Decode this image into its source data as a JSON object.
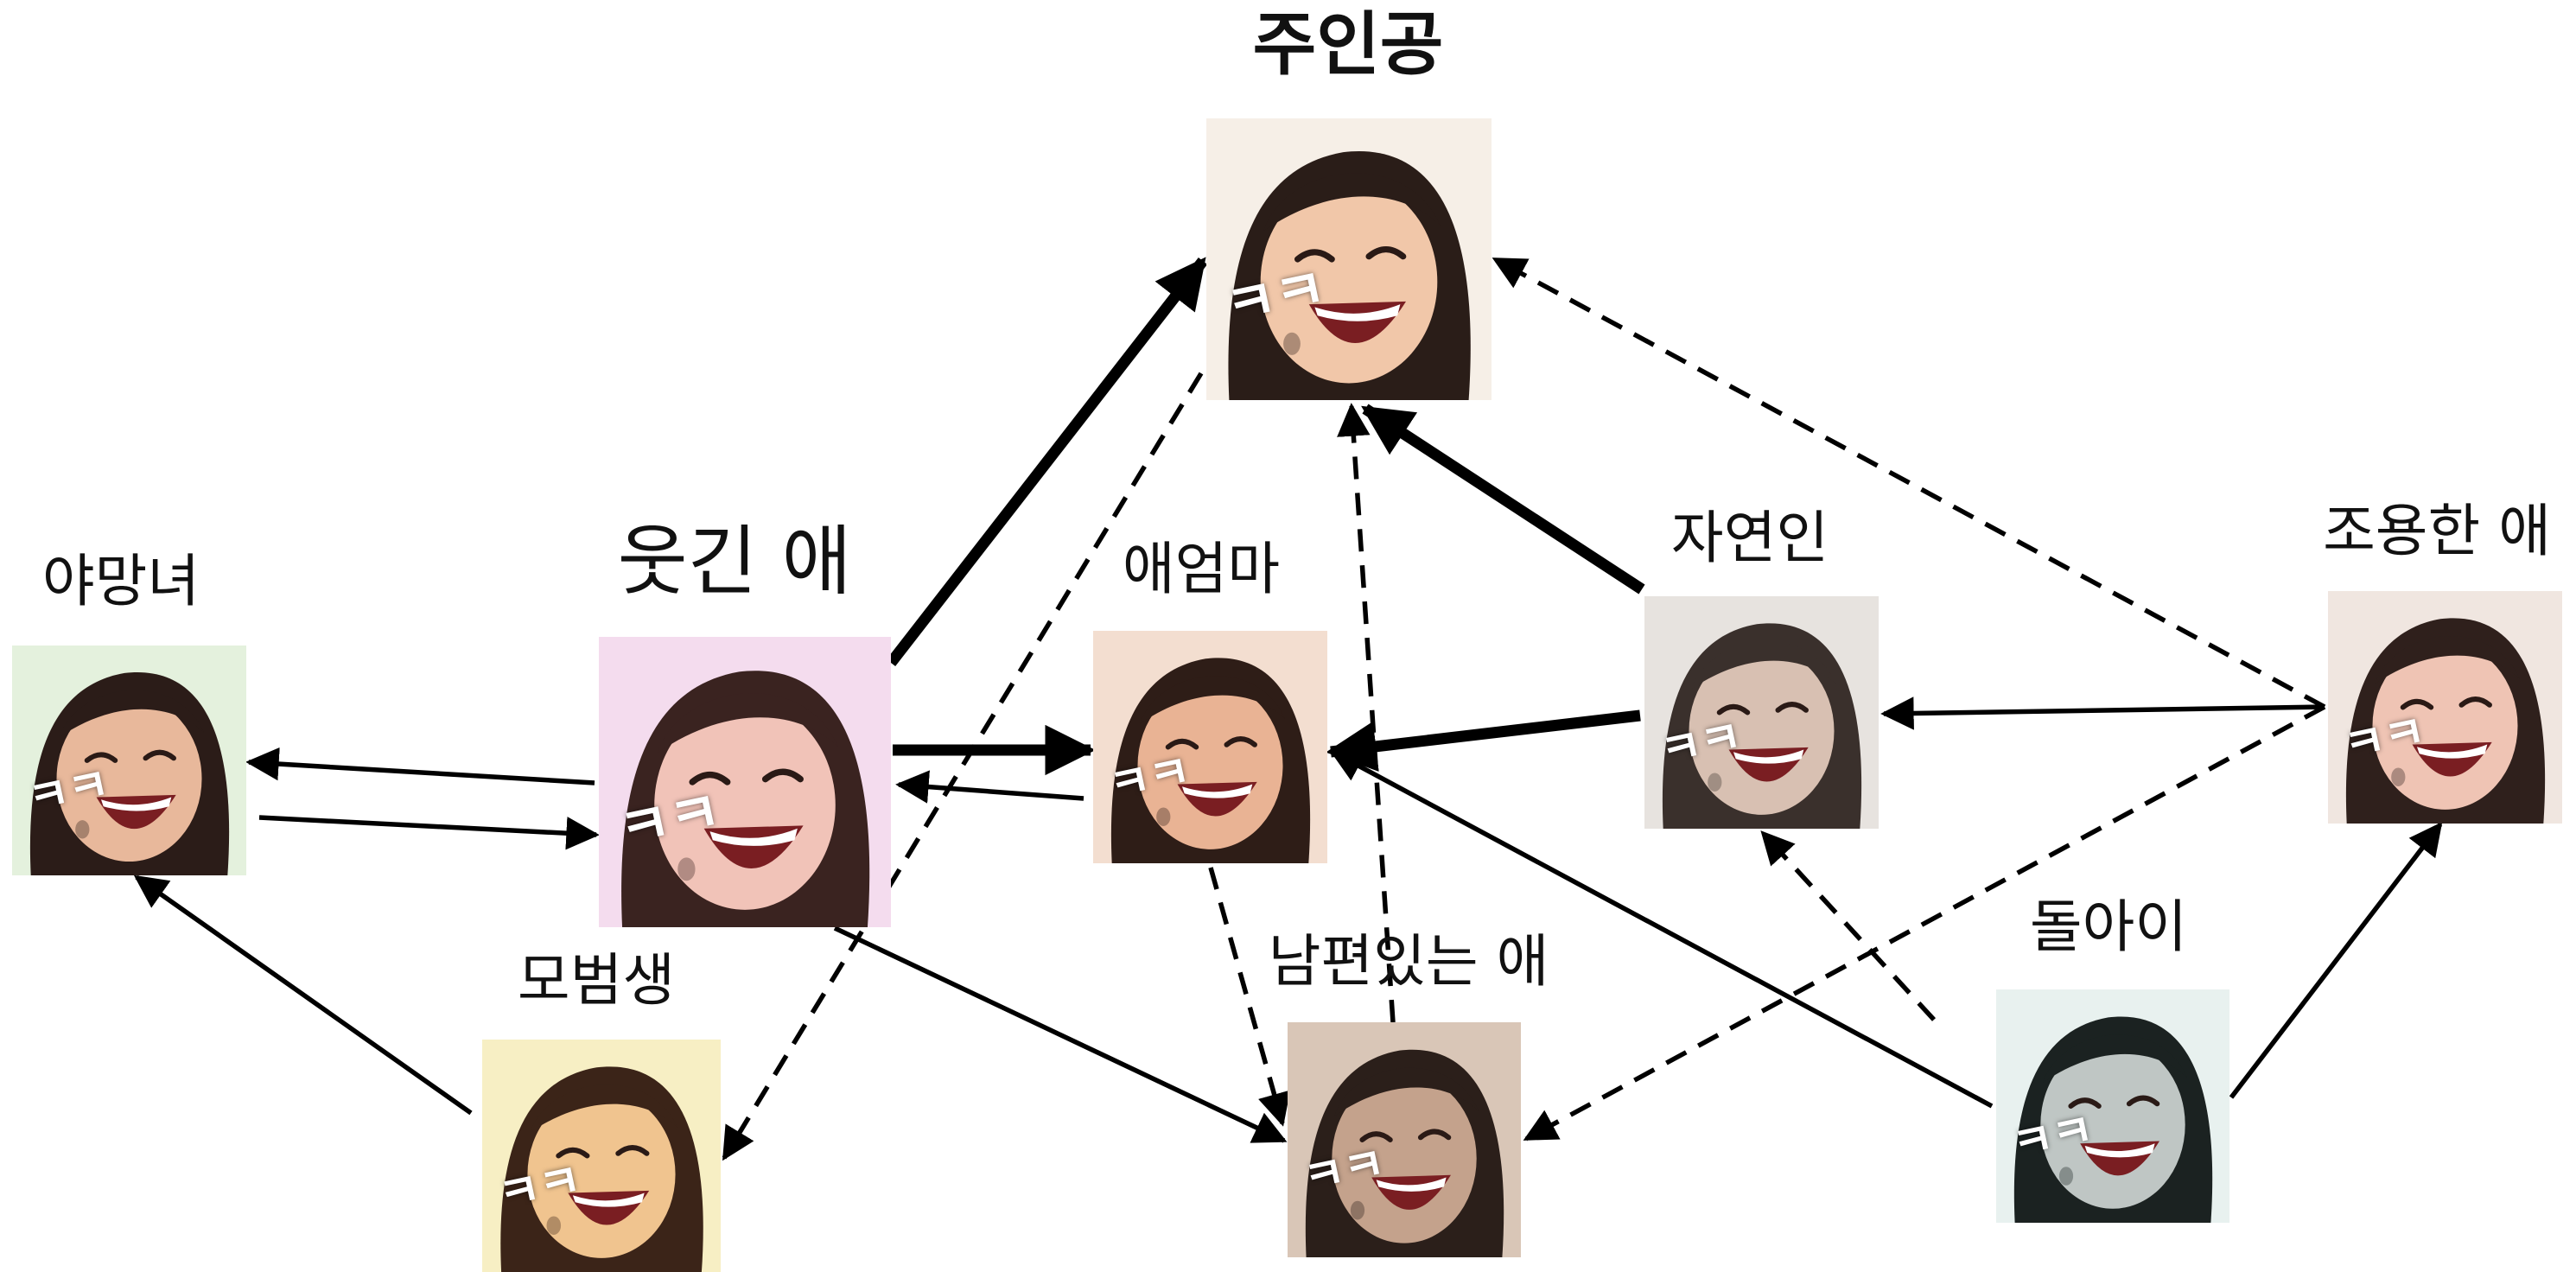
{
  "nodes": [
    {
      "id": "protagonist",
      "label": "주인공",
      "caption": "ㅋㅋ",
      "bg": "#f6efe7",
      "skin": "#f1c7a9",
      "hair": "#2a1d18"
    },
    {
      "id": "funny",
      "label": "웃긴 애",
      "caption": "ㅋㅋ",
      "bg": "#f4dcee",
      "skin": "#f1c3b8",
      "hair": "#3a2320"
    },
    {
      "id": "ambitious",
      "label": "야망녀",
      "caption": "ㅋㅋ",
      "bg": "#e4f1dd",
      "skin": "#e8b89b",
      "hair": "#2b1c18"
    },
    {
      "id": "mom",
      "label": "애엄마",
      "caption": "ㅋㅋ",
      "bg": "#f3ded0",
      "skin": "#e9b394",
      "hair": "#2e1d17"
    },
    {
      "id": "natural",
      "label": "자연인",
      "caption": "ㅋㅋ",
      "bg": "#e7e3df",
      "skin": "#d8c0b2",
      "hair": "#3a302c"
    },
    {
      "id": "quiet",
      "label": "조용한 애",
      "caption": "ㅋㅋ",
      "bg": "#f0e6e0",
      "skin": "#efc4b4",
      "hair": "#2f201c"
    },
    {
      "id": "model",
      "label": "모범생",
      "caption": "ㅋㅋ",
      "bg": "#f7efc4",
      "skin": "#f0c48f",
      "hair": "#3b2418"
    },
    {
      "id": "married",
      "label": "남편있는 애",
      "caption": "ㅋㅋ",
      "bg": "#d9c6b7",
      "skin": "#c4a28c",
      "hair": "#2b1f1a"
    },
    {
      "id": "weirdo",
      "label": "돌아이",
      "caption": "ㅋㅋ",
      "bg": "#e8f1ef",
      "skin": "#bfc6c4",
      "hair": "#1b2221"
    }
  ],
  "edges": [
    {
      "from": "funny",
      "to": "protagonist",
      "style": "solid",
      "weight": "heavy"
    },
    {
      "from": "funny",
      "to": "mom",
      "style": "solid",
      "weight": "heavy"
    },
    {
      "from": "mom",
      "to": "funny",
      "style": "solid",
      "weight": "normal"
    },
    {
      "from": "funny",
      "to": "ambitious",
      "style": "solid",
      "weight": "normal"
    },
    {
      "from": "ambitious",
      "to": "funny",
      "style": "solid",
      "weight": "normal"
    },
    {
      "from": "model",
      "to": "ambitious",
      "style": "solid",
      "weight": "normal"
    },
    {
      "from": "protagonist",
      "to": "model",
      "style": "dashed",
      "weight": "normal"
    },
    {
      "from": "funny",
      "to": "married",
      "style": "solid",
      "weight": "normal"
    },
    {
      "from": "mom",
      "to": "married",
      "style": "dashed",
      "weight": "normal"
    },
    {
      "from": "married",
      "to": "protagonist",
      "style": "dashed",
      "weight": "normal"
    },
    {
      "from": "natural",
      "to": "protagonist",
      "style": "solid",
      "weight": "heavy"
    },
    {
      "from": "natural",
      "to": "mom",
      "style": "solid",
      "weight": "heavy"
    },
    {
      "from": "quiet",
      "to": "protagonist",
      "style": "dashed",
      "weight": "normal"
    },
    {
      "from": "quiet",
      "to": "natural",
      "style": "solid",
      "weight": "normal"
    },
    {
      "from": "quiet",
      "to": "married",
      "style": "dashed",
      "weight": "normal"
    },
    {
      "from": "weirdo",
      "to": "mom",
      "style": "solid",
      "weight": "normal"
    },
    {
      "from": "weirdo",
      "to": "natural",
      "style": "dashed",
      "weight": "normal"
    },
    {
      "from": "weirdo",
      "to": "quiet",
      "style": "solid",
      "weight": "normal"
    }
  ],
  "colors": {
    "line": "#000000",
    "label": "#111111"
  }
}
